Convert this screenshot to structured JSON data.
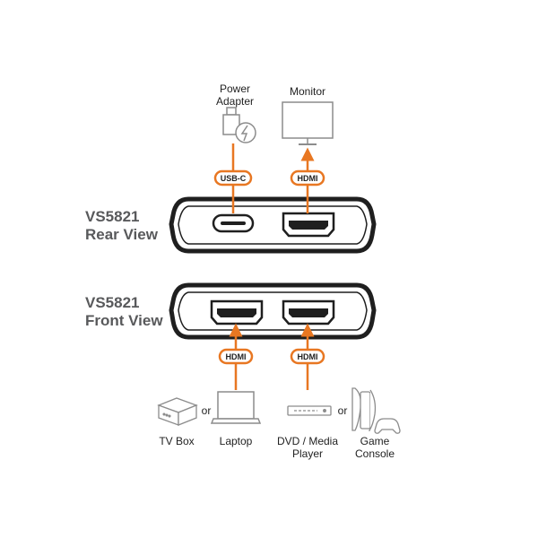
{
  "colors": {
    "accent": "#e87722",
    "device_dark": "#1f1f1f",
    "device_fill": "#ffffff",
    "icon_gray": "#8c8c8c",
    "title_gray": "#58595b"
  },
  "rear": {
    "title_line1": "VS5821",
    "title_line2": "Rear View",
    "power_label_line1": "Power",
    "power_label_line2": "Adapter",
    "monitor_label": "Monitor",
    "usbc_badge": "USB-C",
    "hdmi_badge": "HDMI",
    "icons": [
      "power-adapter-icon",
      "monitor-icon",
      "usb-c-port-icon",
      "hdmi-port-icon"
    ]
  },
  "front": {
    "title_line1": "VS5821",
    "title_line2": "Front View",
    "hdmi_badge_left": "HDMI",
    "hdmi_badge_right": "HDMI",
    "or_left": "or",
    "or_right": "or",
    "tvbox_label": "TV Box",
    "laptop_label": "Laptop",
    "dvd_label_line1": "DVD / Media",
    "dvd_label_line2": "Player",
    "console_label_line1": "Game",
    "console_label_line2": "Console",
    "icons": [
      "tv-box-icon",
      "laptop-icon",
      "dvd-player-icon",
      "game-console-icon",
      "gamepad-icon"
    ]
  }
}
